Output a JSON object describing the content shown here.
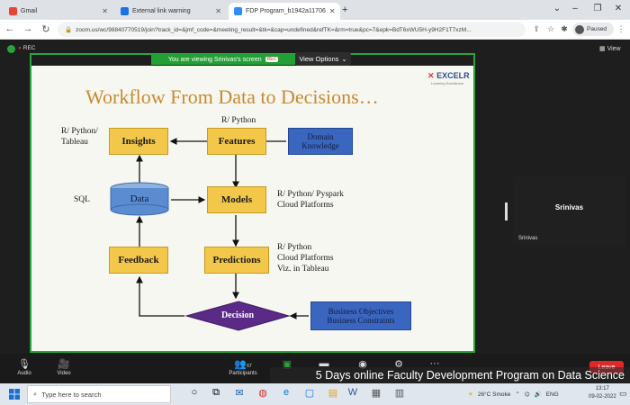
{
  "browser": {
    "tabs": [
      {
        "label": "Gmail",
        "favicon_color": "#ea4335"
      },
      {
        "label": "External link warning",
        "favicon_color": "#1a73e8"
      },
      {
        "label": "FDP Program_b1942a11706",
        "favicon_color": "#2d8cff"
      }
    ],
    "url": "zoom.us/wc/98840770519/join?track_id=&jmf_code=&meeting_result=&tk=&cap=undefined&refTK=&rm=true&pc=7&epk=BdT6xWU5H-y9H2F1T7xzM...",
    "profile_label": "Paused"
  },
  "zoom": {
    "rec_label": "REC",
    "share_banner": "You are viewing Srinivas's screen",
    "view_options": "View Options",
    "view_label": "View",
    "participant_name": "Srinivas",
    "participant_label": "Srinivas",
    "controls": {
      "audio": "Audio",
      "video": "Video",
      "participants": "Participants",
      "participants_count": "67",
      "leave": "Leave"
    },
    "caption": "5 Days online Faculty Development Program on Data Science"
  },
  "slide": {
    "title": "Workflow From Data to Decisions…",
    "logo": "EXCELR",
    "logo_sub": "Learning Excellence",
    "boxes": {
      "insights": "Insights",
      "features": "Features",
      "domain": "Domain Knowledge",
      "data": "Data",
      "models": "Models",
      "feedback": "Feedback",
      "predictions": "Predictions",
      "decision": "Decision",
      "business": "Business Objectives Business Constraints"
    },
    "notes": {
      "insights_tools": "R/ Python/\nTableau",
      "features_tools": "R/ Python",
      "sql": "SQL",
      "models_tools": "R/ Python/ Pyspark\nCloud Platforms",
      "predictions_tools": "R/ Python\nCloud Platforms\nViz. in Tableau"
    }
  },
  "taskbar": {
    "search_placeholder": "Type here to search",
    "weather": "26°C  Smoke",
    "lang": "ENG",
    "time": "13:17",
    "date": "09-02-2022"
  }
}
